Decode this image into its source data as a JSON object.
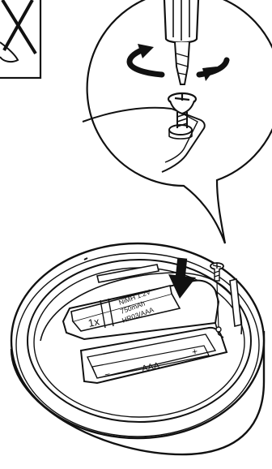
{
  "battery": {
    "line1": "NiMH 1.2V",
    "line2": "750mAh",
    "line3": "HR03/AAA",
    "count": "1x"
  },
  "compartment": {
    "label": "AAA",
    "plus": "+",
    "minus": "−"
  },
  "icons": [
    "prohibited-tool-icon",
    "screwdriver-icon",
    "rotate-arrow-icon",
    "screw-icon",
    "insert-arrow-icon"
  ]
}
